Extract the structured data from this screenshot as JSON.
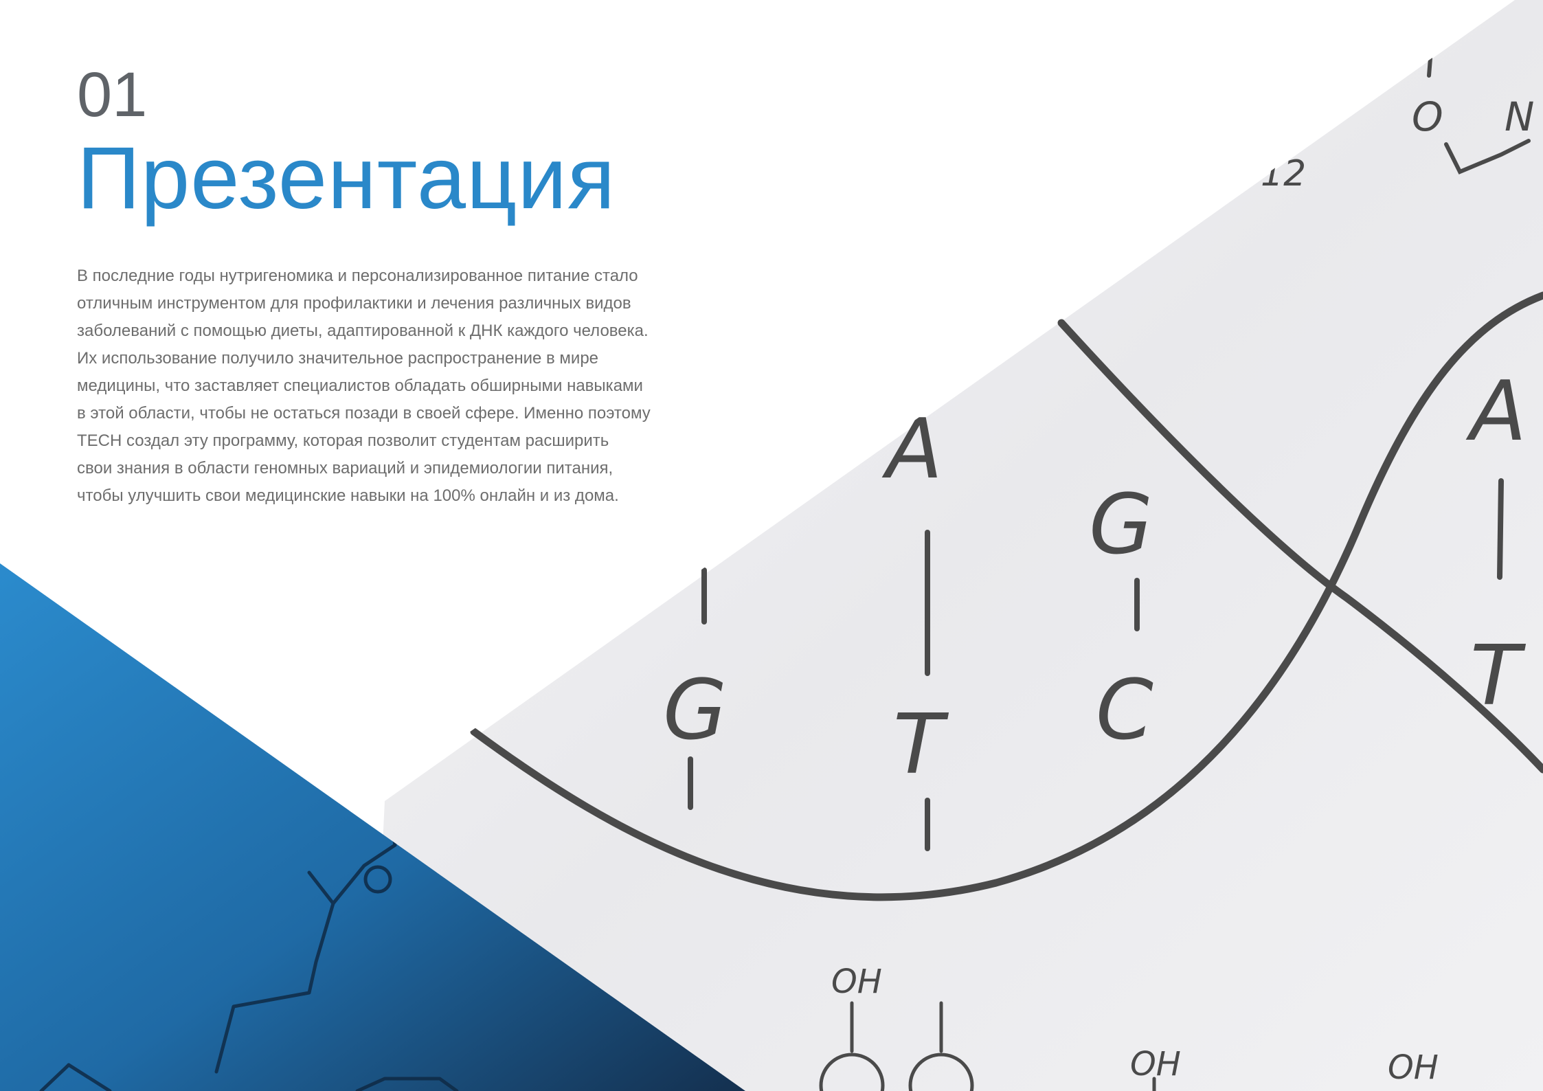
{
  "section": {
    "number": "01",
    "title": "Презентация"
  },
  "intro": {
    "text": "В последние годы нутригеномика и персонализированное питание стало\nотличным инструментом для профилактики и лечения различных видов\nзаболеваний с помощью диеты, адаптированной к ДНК каждого человека.\nИх использование получило значительное распространение в мире\nмедицины, что заставляет специалистов обладать обширными навыками\nв этой области, чтобы не остаться позади в своей сфере. Именно поэтому\nTECH создал эту программу, которая позволит студентам расширить\nсвои знания в области геномных вариаций и эпидемиологии питания,\nчтобы улучшить свои медицинские навыки на 100% онлайн и из дома."
  },
  "illustration": {
    "base_letters": [
      "A",
      "G",
      "G",
      "C",
      "A",
      "T",
      "T"
    ],
    "chem_labels": [
      "O",
      "N",
      "OH",
      "OH",
      "OH"
    ],
    "fragment_label": "12"
  },
  "colors": {
    "accent": "#2a88c9",
    "dark_blue": "#173a5e",
    "text": "#6d6d6d",
    "number": "#5f6368",
    "paper": "#ededf0",
    "ink": "#4a4a4a"
  }
}
